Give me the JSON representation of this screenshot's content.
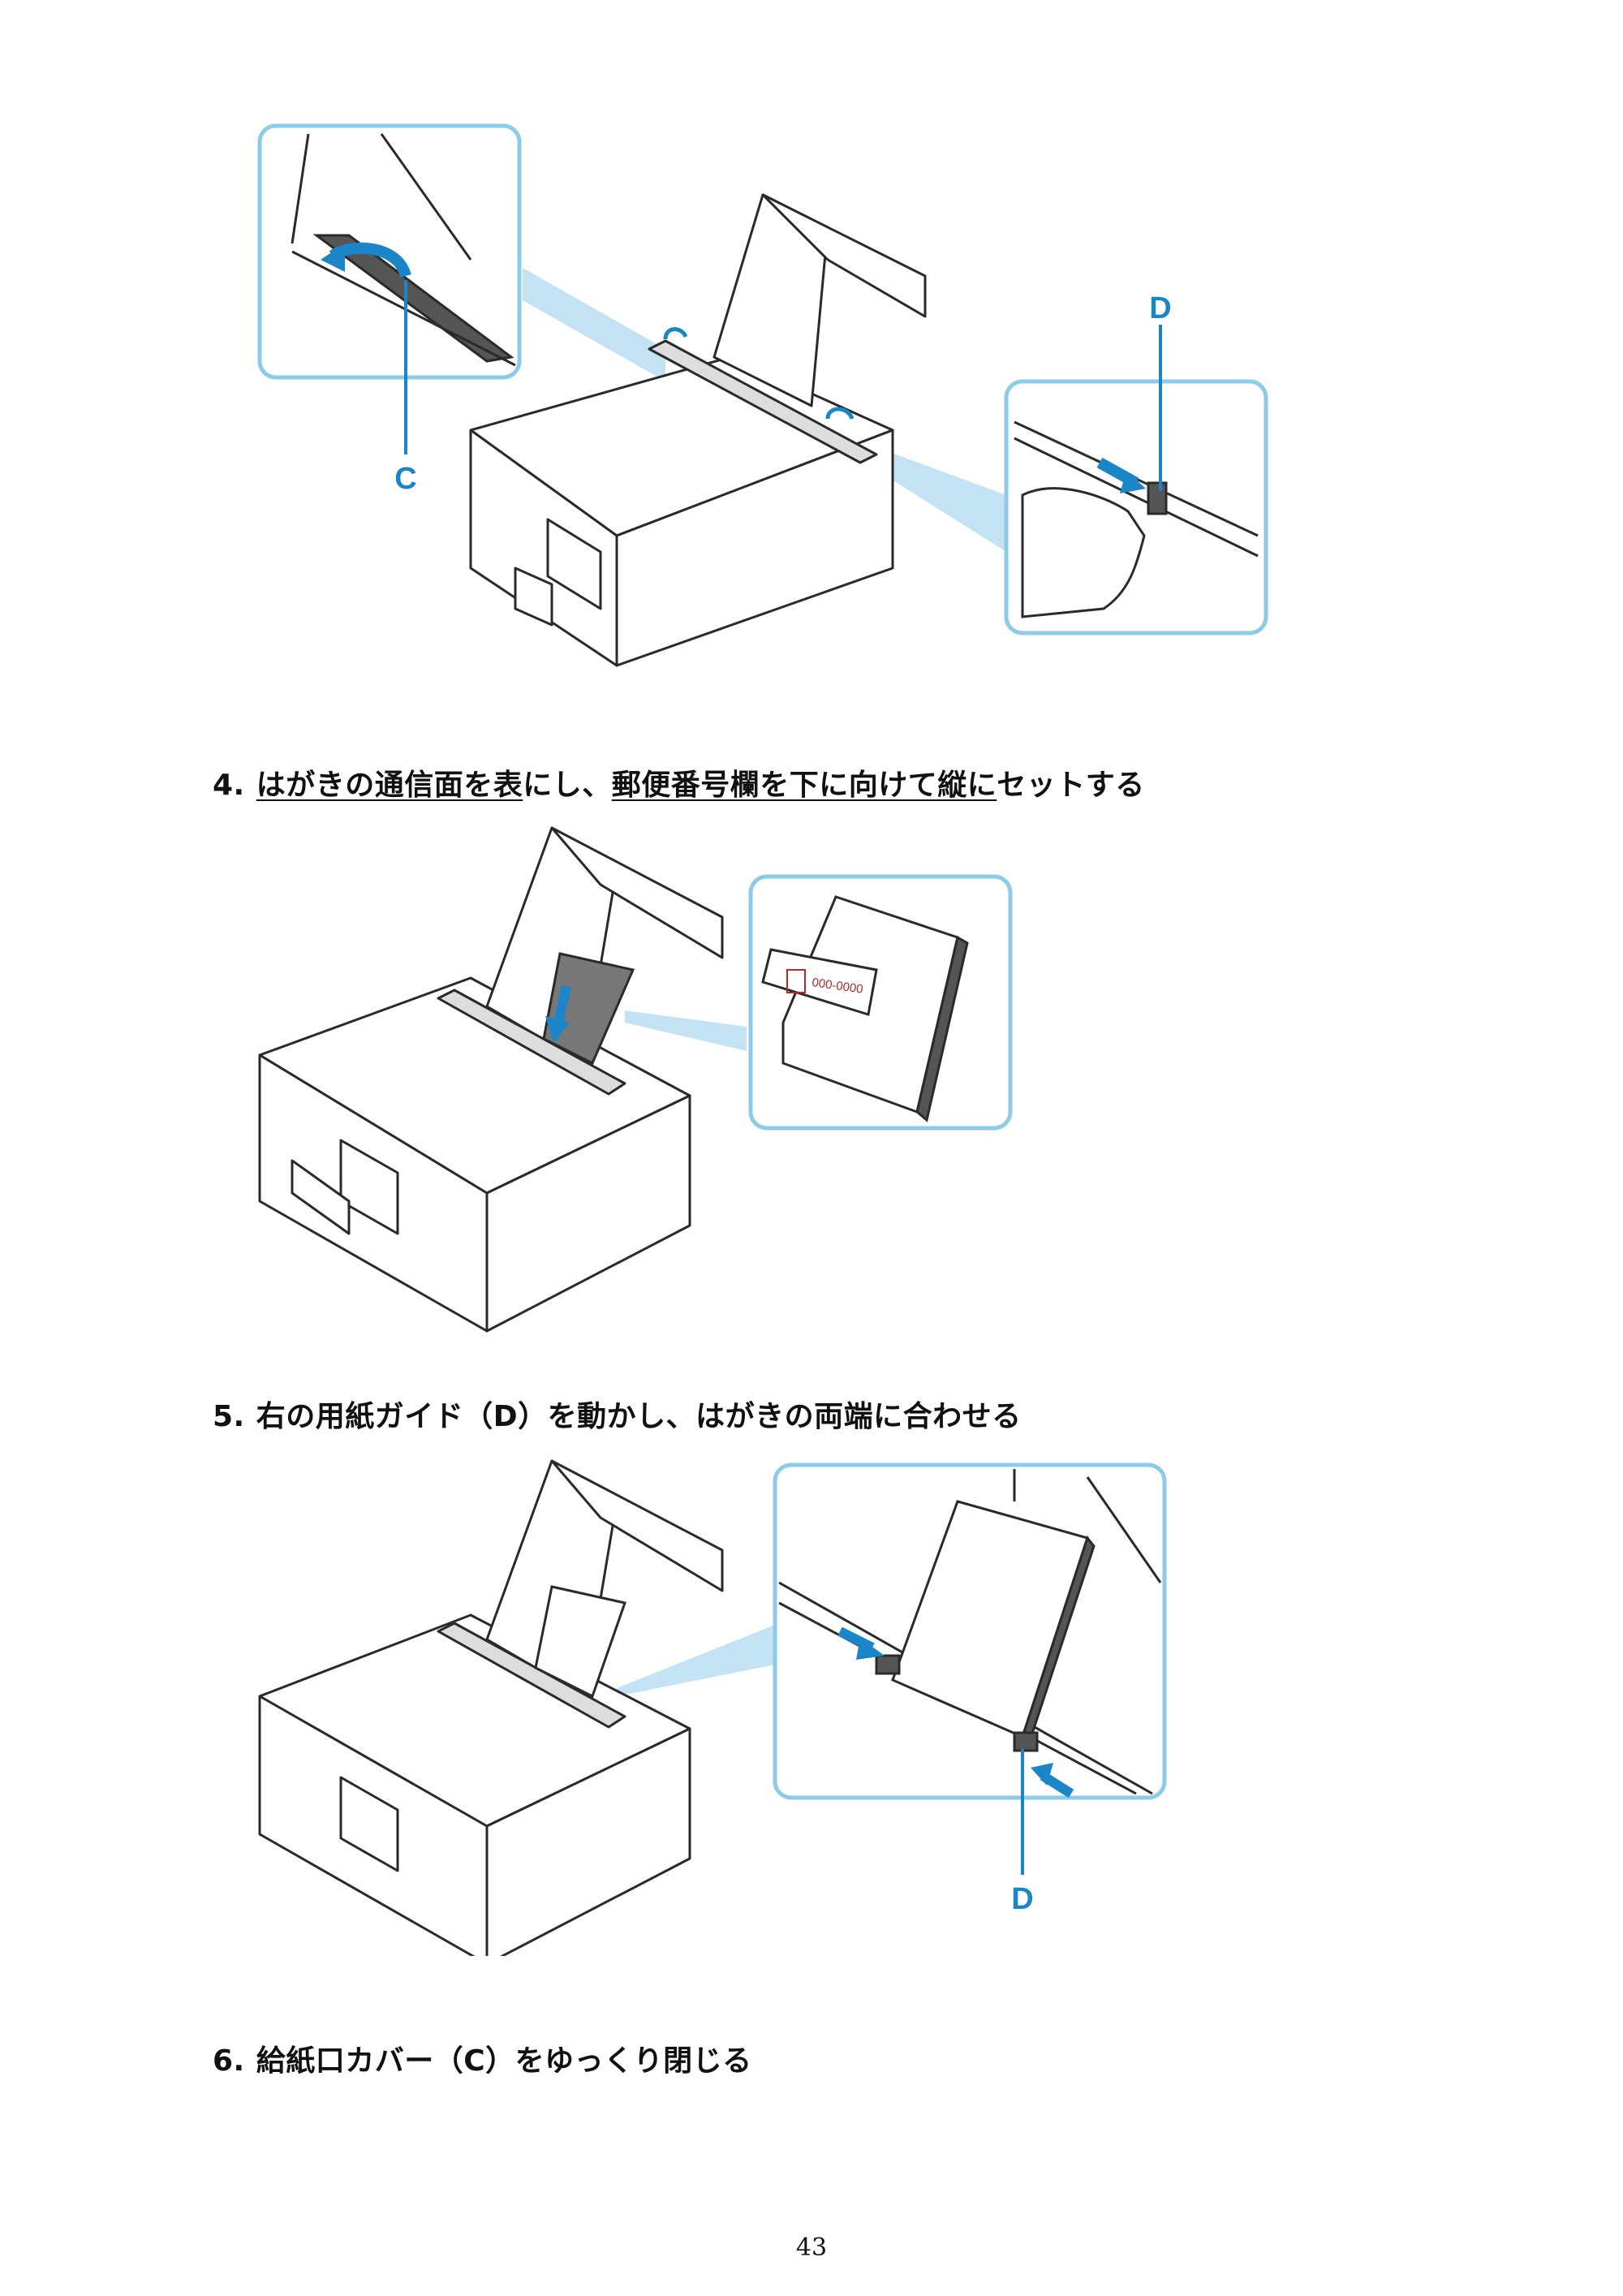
{
  "figures": {
    "fig1": {
      "callout_c_label": "C",
      "callout_d_label": "D"
    },
    "fig2": {
      "postal_code_text": "000-0000"
    },
    "fig3": {
      "callout_d_label": "D"
    }
  },
  "steps": [
    {
      "number": "4.",
      "text_underlined_1": "はがきの通信面を表",
      "text_plain_1": "にし、",
      "text_underlined_2": "郵便番号欄を下に向けて縦に",
      "text_plain_2": "セットする"
    },
    {
      "number": "5.",
      "text": "右の用紙ガイド（D）を動かし、はがきの両端に合わせる"
    },
    {
      "number": "6.",
      "text": "給紙口カバー（C）をゆっくり閉じる"
    }
  ],
  "page_number": "43",
  "colors": {
    "callout_border": "#8ccbe9",
    "callout_beam": "#b8def2",
    "arrow_blue": "#1a86c8",
    "line_gray": "#2a2a2a"
  }
}
